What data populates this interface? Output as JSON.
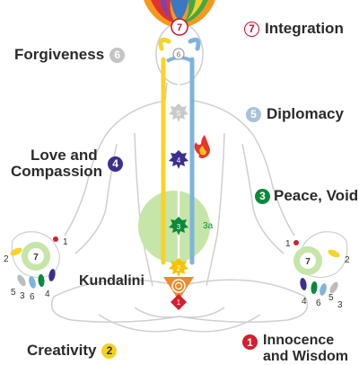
{
  "labels": {
    "integration": "Integration",
    "forgiveness": "Forgiveness",
    "diplomacy": "Diplomacy",
    "love_line1": "Love and",
    "love_line2": "Compassion",
    "peace": "Peace, Void",
    "peace_sub": "3a",
    "kundalini": "Kundalini",
    "creativity": "Creativity",
    "innocence_line1": "Innocence",
    "innocence_line2": "and Wisdom"
  },
  "badges": {
    "integration": "7",
    "forgiveness": "6",
    "diplomacy": "5",
    "love": "4",
    "peace": "3",
    "creativity": "2",
    "innocence": "1"
  },
  "chakras": [
    {
      "num": "7",
      "color": "#c8102e"
    },
    {
      "num": "6",
      "color": "#bdbdbd"
    },
    {
      "num": "5",
      "color": "#c9c9c9"
    },
    {
      "num": "4",
      "color": "#3b2f8f"
    },
    {
      "num": "3",
      "color": "#0a8a3c"
    },
    {
      "num": "2",
      "color": "#f4c400"
    },
    {
      "num": "1",
      "color": "#d41f2e"
    }
  ],
  "void_label": "3a",
  "hands": {
    "left": {
      "center": "7",
      "fingers": [
        "1",
        "2",
        "3",
        "4",
        "5",
        "6"
      ]
    },
    "right": {
      "center": "7",
      "fingers": [
        "1",
        "2",
        "3",
        "4",
        "5",
        "6"
      ]
    }
  },
  "colors": {
    "badge_forgiveness": "#9e9e9e",
    "badge_diplomacy": "#a9c3d6",
    "badge_love": "#3b2f8f",
    "badge_peace": "#0a8a3c",
    "badge_creativity": "#f4d21c",
    "badge_innocence": "#d41f2e",
    "yellow_channel": "#f6d42a",
    "blue_channel": "#7fb3e0",
    "void_circle": "#c6e5a8",
    "body_outline": "#cccccc"
  }
}
